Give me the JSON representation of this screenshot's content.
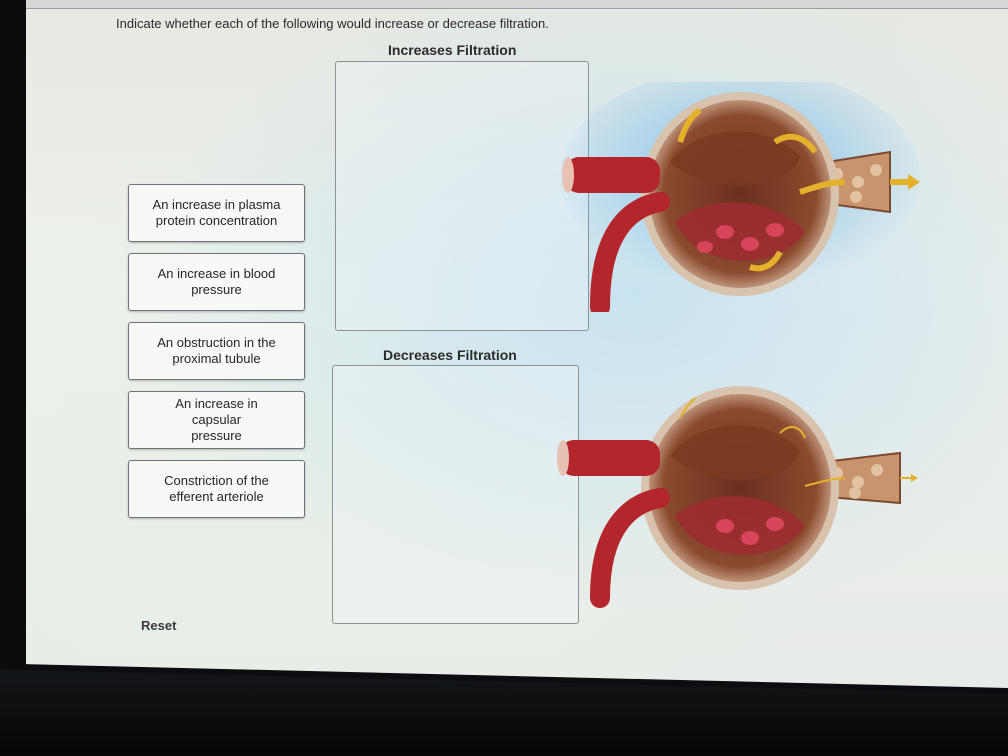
{
  "instruction": "Indicate whether each of the following would increase or decrease filtration.",
  "zones": {
    "increases_title": "Increases Filtration",
    "decreases_title": "Decreases Filtration"
  },
  "cards": [
    {
      "line1": "An increase in plasma",
      "line2": "protein concentration"
    },
    {
      "line1": "An increase in blood",
      "line2": "pressure"
    },
    {
      "line1": "An obstruction in the",
      "line2": "proximal tubule"
    },
    {
      "line1": "An increase in capsular",
      "line2": "pressure"
    },
    {
      "line1": "Constriction of the",
      "line2": "efferent arteriole"
    }
  ],
  "reset_label": "Reset",
  "colors": {
    "artery": "#b3262b",
    "capsule": "#8a4a2e",
    "filtrate_arrow": "#e3b12c",
    "glow": "#6fb7ea"
  }
}
